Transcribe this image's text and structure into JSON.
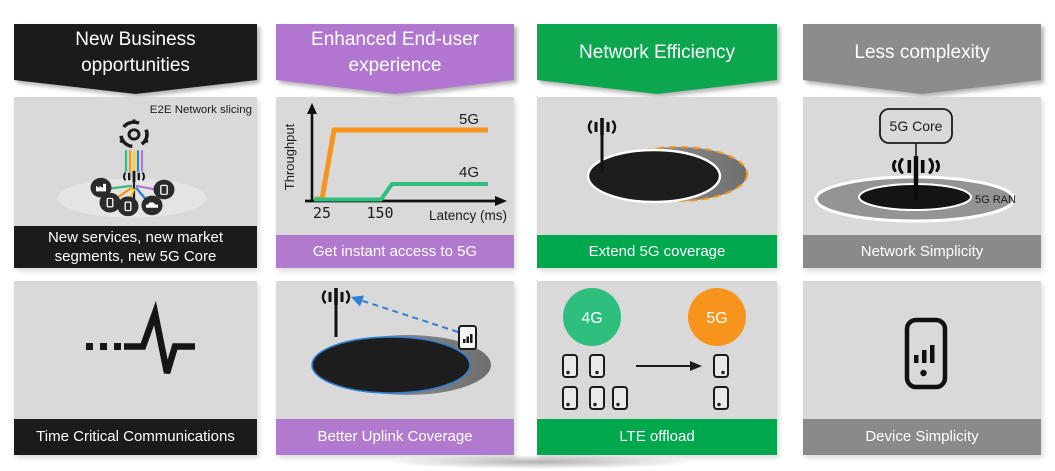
{
  "slide": {
    "background": "#ffffff",
    "panel_background": "#d9d9d9"
  },
  "colors": {
    "black": "#1b1b1b",
    "purple": "#b176d0",
    "green": "#0ba64d",
    "gray": "#8c8c8c",
    "orange_5g": "#f7941d",
    "green_4g": "#2ebe7e",
    "blue_uplink": "#2e7fd6",
    "slice_line_colors": [
      "#3cb878",
      "#f7941d",
      "#ffd400",
      "#2e7fd6",
      "#b17ace"
    ]
  },
  "columns": [
    {
      "header": {
        "label": "New Business opportunities"
      },
      "top_panel": {
        "label": "E2E Network slicing",
        "caption": "New services, new market segments, new 5G Core",
        "icons": [
          "core-gear-icon",
          "antenna-icon",
          "factory-icon",
          "phone-icon",
          "car-icon"
        ]
      },
      "bottom_panel": {
        "caption": "Time Critical Communications",
        "icon": "pulse-waveform-icon"
      }
    },
    {
      "header": {
        "label": "Enhanced End-user experience"
      },
      "top_panel": {
        "caption": "Get instant access to 5G"
      },
      "bottom_panel": {
        "caption": "Better Uplink Coverage",
        "icons": [
          "antenna-icon",
          "phone-icon",
          "uplink-dashed-arrow",
          "coverage-ellipse"
        ]
      }
    },
    {
      "header": {
        "label": "Network Efficiency"
      },
      "top_panel": {
        "caption": "Extend 5G coverage",
        "icons": [
          "antenna-icon",
          "coverage-ellipse",
          "extended-coverage-dashed-outline"
        ]
      },
      "bottom_panel": {
        "caption": "LTE offload",
        "left_bubble": "4G",
        "right_bubble": "5G",
        "left_phone_count": 5,
        "right_phone_count": 2
      }
    },
    {
      "header": {
        "label": "Less complexity"
      },
      "top_panel": {
        "caption": "Network Simplicity",
        "core_label": "5G Core",
        "ran_label": "5G RAN"
      },
      "bottom_panel": {
        "caption": "Device Simplicity",
        "icon": "smartphone-signal-icon"
      }
    }
  ],
  "chart_data": {
    "type": "line",
    "title": "",
    "xlabel": "Latency (ms)",
    "ylabel": "Throughput",
    "x_ticks": [
      25,
      150
    ],
    "x_range": [
      0,
      300
    ],
    "y_range": [
      0,
      100
    ],
    "grid": false,
    "legend_position": "inline-right",
    "series": [
      {
        "name": "5G",
        "color": "#f7941d",
        "points": [
          [
            25,
            0
          ],
          [
            45,
            88
          ],
          [
            300,
            88
          ]
        ]
      },
      {
        "name": "4G",
        "color": "#2ebe7e",
        "points": [
          [
            0,
            2
          ],
          [
            150,
            2
          ],
          [
            165,
            22
          ],
          [
            300,
            22
          ]
        ]
      }
    ]
  }
}
